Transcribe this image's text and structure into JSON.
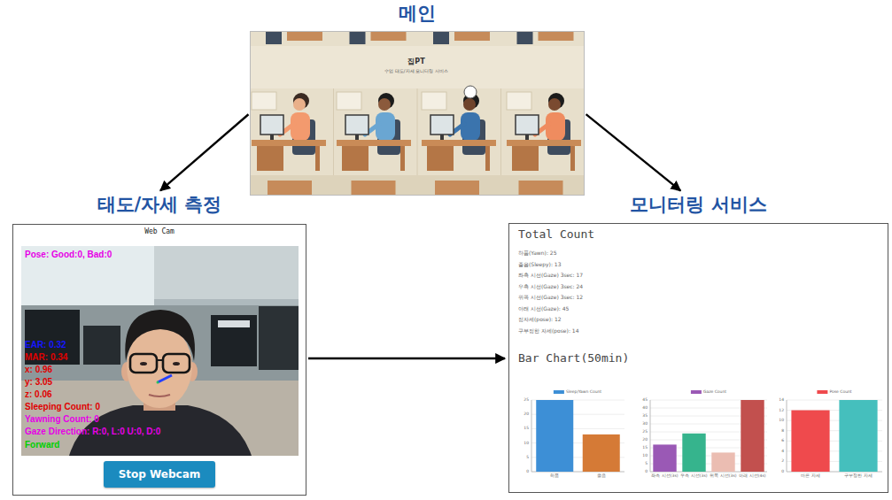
{
  "diagram": {
    "nodes": [
      {
        "text": [
          "메인",
          "집PT",
          "수업 태도/자세 모니터링 서비스"
        ]
      },
      {
        "text": [
          "태도/자세 측정",
          "Web Cam"
        ]
      },
      {
        "text": [
          "Stop Webcam"
        ],
        "in": 1
      },
      {
        "text": [
          "모니터링 서비스",
          "Total Count",
          "하품(Yawn): 25",
          "졸음(Sleepy): 13",
          "좌측 시선(Gaze) 3sec: 17",
          "우측 시선(Gaze) 3sec: 24",
          "위쪽 시선(Gaze) 3sec: 12",
          "아래 시선(Gaze): 45",
          "정자세(pose): 12",
          "구부정한 자세(pose): 14",
          "Bar Chart(50min)"
        ]
      }
    ],
    "edges": [
      {
        "from": 0,
        "to": 1,
        "arrow": "to"
      },
      {
        "from": 0,
        "to": 3,
        "arrow": "to"
      },
      {
        "from": 1,
        "to": 3,
        "arrow": "to"
      }
    ],
    "labels": [
      "Pose: Good:0, Bad:0",
      "EAR: 0.32",
      "MAR: 0.34",
      "x: 0.96",
      "y: 3.05",
      "z: 0.06",
      "Sleeping Count: 0",
      "Yawning Count: 0",
      "Gaze Direction: R:0, L:0 U:0, D:0",
      "Forward",
      "하품",
      "졸음",
      "좌측 시선(3s)",
      "우측 시선(3s)",
      "위쪽 시선(3s)",
      "아래 시선(4s)",
      "바른 자세",
      "구부정한 자세",
      "0",
      "5",
      "10",
      "15",
      "20",
      "25",
      "0",
      "5",
      "10",
      "15",
      "20",
      "25",
      "30",
      "35",
      "40",
      "45",
      "0",
      "2",
      "4",
      "6",
      "8",
      "10",
      "12",
      "14"
    ],
    "legend": [
      {
        "text": "Sleep/Yawn Count",
        "color": "#3d8fd6"
      },
      {
        "text": "Gaze Count",
        "color": "#9a59b5"
      },
      {
        "text": "Pose Count",
        "color": "#ef4a4d"
      }
    ]
  }
}
